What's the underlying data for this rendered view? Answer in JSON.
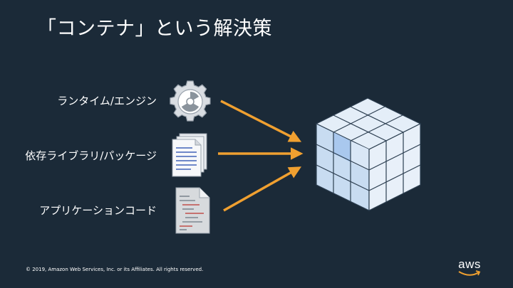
{
  "slide": {
    "title": "「コンテナ」という解決策"
  },
  "items": [
    {
      "label": "ランタイム/エンジン",
      "icon": "gear-icon"
    },
    {
      "label": "依存ライブラリ/パッケージ",
      "icon": "documents-icon"
    },
    {
      "label": "アプリケーションコード",
      "icon": "code-file-icon"
    }
  ],
  "target": {
    "icon": "container-cube-icon"
  },
  "footer": {
    "copyright": "© 2019, Amazon Web Services, Inc. or its Affiliates. All rights reserved.",
    "logo_text": "aws"
  },
  "colors": {
    "background": "#1b2a38",
    "arrow": "#f0a030",
    "cube_light": "#dbe9f6",
    "cube_mid": "#b9d3ee",
    "text": "#ffffff"
  }
}
